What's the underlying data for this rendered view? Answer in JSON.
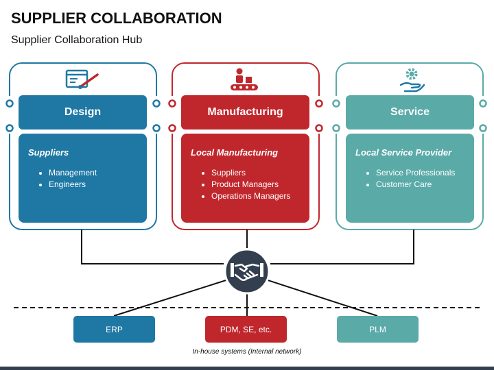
{
  "title": "SUPPLIER COLLABORATION",
  "subtitle": "Supplier Collaboration Hub",
  "columns": [
    {
      "heading": "Design",
      "subheading": "Suppliers",
      "items": [
        "Management",
        "Engineers"
      ],
      "color": "#1f78a4",
      "icon": "web-design-icon"
    },
    {
      "heading": "Manufacturing",
      "subheading": "Local Manufacturing",
      "items": [
        "Suppliers",
        "Product Managers",
        "Operations Managers"
      ],
      "color": "#c0272d",
      "icon": "assembly-line-icon"
    },
    {
      "heading": "Service",
      "subheading": "Local Service Provider",
      "items": [
        "Service Professionals",
        "Customer Care"
      ],
      "color": "#5aaaa8",
      "icon": "hand-gear-icon"
    }
  ],
  "hub_icon": "handshake-icon",
  "systems": [
    {
      "label": "ERP",
      "color": "#1f78a4"
    },
    {
      "label": "PDM, SE, etc.",
      "color": "#c0272d"
    },
    {
      "label": "PLM",
      "color": "#5aaaa8"
    }
  ],
  "footnote": "In-house systems (Internal network)",
  "colors": {
    "dark": "#333f4f",
    "line": "#111111"
  }
}
